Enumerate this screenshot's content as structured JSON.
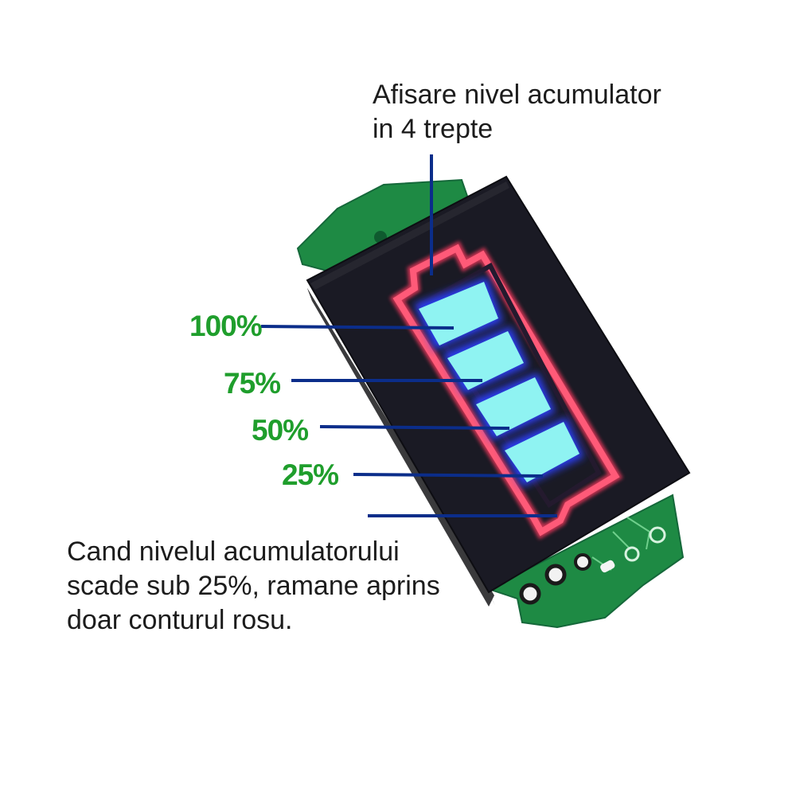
{
  "caption_top": {
    "line1": "Afisare nivel acumulator",
    "line2": "in 4 trepte"
  },
  "levels": [
    {
      "label": "100%",
      "value": 100
    },
    {
      "label": "75%",
      "value": 75
    },
    {
      "label": "50%",
      "value": 50
    },
    {
      "label": "25%",
      "value": 25
    }
  ],
  "caption_bottom": {
    "line1": "Cand nivelul acumulatorului",
    "line2": "scade sub 25%, ramane aprins",
    "line3": "doar conturul rosu."
  },
  "colors": {
    "label_green": "#1f9e2c",
    "leader_blue": "#0b2d8a",
    "segment_cyan": "#8ff3f2",
    "segment_glow": "#2b3cf0",
    "outline_red": "#ff4d6e",
    "pcb_green": "#1e8a44",
    "panel_black": "#1a1a24"
  }
}
